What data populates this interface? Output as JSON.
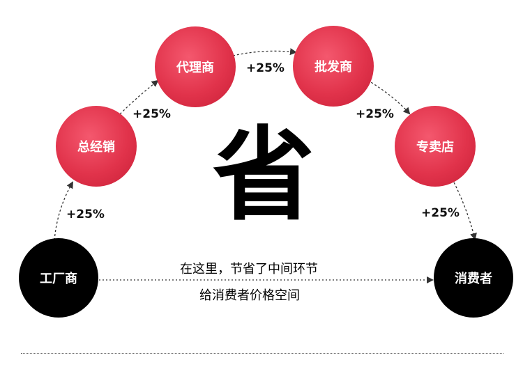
{
  "nodes": {
    "factory": "工厂商",
    "general_distributor": "总经销",
    "agent": "代理商",
    "wholesaler": "批发商",
    "specialty_store": "专卖店",
    "consumer": "消费者"
  },
  "markups": [
    "+25%",
    "+25%",
    "+25%",
    "+25%",
    "+25%"
  ],
  "center_char": "省",
  "message": {
    "line1": "在这里，节省了中间环节",
    "line2": "给消费者价格空间"
  },
  "colors": {
    "node_red": "#e1334b",
    "node_black": "#000000",
    "arrow": "#333333"
  }
}
